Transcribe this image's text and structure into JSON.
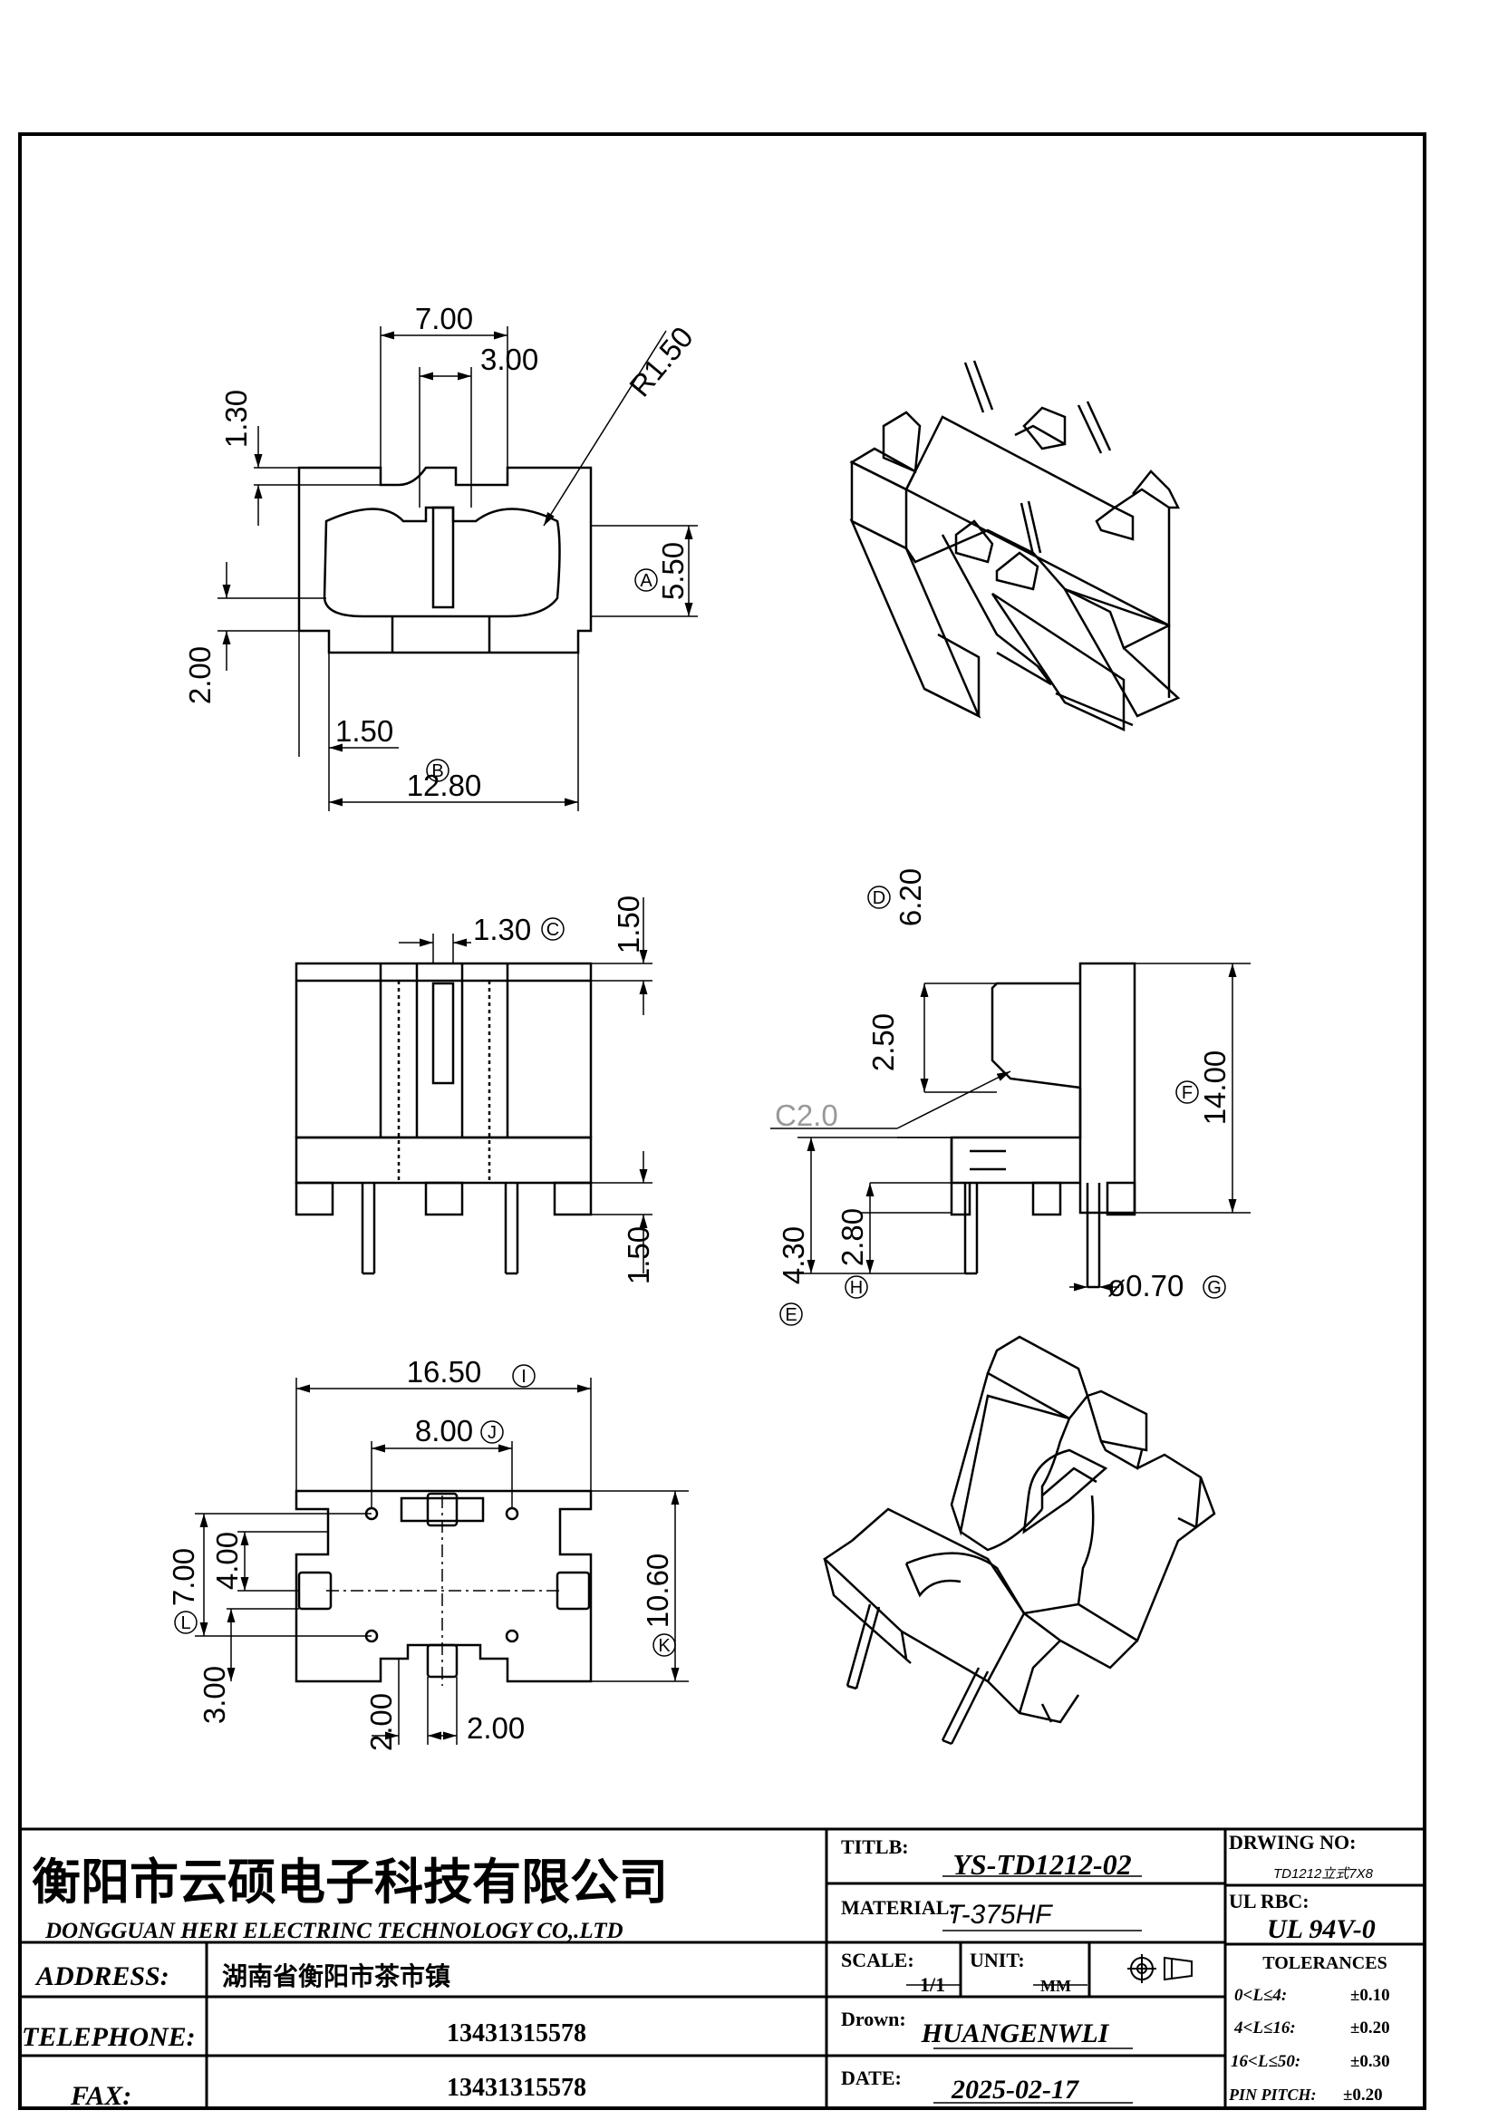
{
  "views": {
    "top": {
      "dims": {
        "w_outer": "7.00",
        "w_inner": "3.00",
        "radius": "R1.50",
        "h_notch": "1.30",
        "h_a": "5.50",
        "h_2": "2.00",
        "w_step": "1.50",
        "w_total": "12.80"
      },
      "labels": {
        "a": "A",
        "b": "B"
      }
    },
    "front": {
      "dims": {
        "slot": "1.30",
        "top": "1.50",
        "bottom": "1.50"
      },
      "labels": {
        "c": "C"
      }
    },
    "side": {
      "dims": {
        "h_d": "6.20",
        "h_250": "2.50",
        "chamfer": "C2.0",
        "h_f": "14.00",
        "h_e": "4.30",
        "h_h": "2.80",
        "pin": "ø0.70"
      },
      "labels": {
        "d": "D",
        "e": "E",
        "f": "F",
        "g": "G",
        "h": "H"
      }
    },
    "bottom": {
      "dims": {
        "w_i": "16.50",
        "w_j": "8.00",
        "h_l": "7.00",
        "h_4": "4.00",
        "h_k": "10.60",
        "h_3": "3.00",
        "w_2a": "2.00",
        "w_2b": "2.00"
      },
      "labels": {
        "i": "I",
        "j": "J",
        "k": "K",
        "l": "L"
      }
    }
  },
  "title_block": {
    "company_cn": "衡阳市云硕电子科技有限公司",
    "company_en": "DONGGUAN HERI ELECTRINC TECHNOLOGY CO,.LTD",
    "address_label": "ADDRESS:",
    "address_value": "湖南省衡阳市茶市镇",
    "telephone_label": "TELEPHONE:",
    "telephone_value": "13431315578",
    "fax_label": "FAX:",
    "fax_value": "13431315578",
    "title_label": "TITLB:",
    "title_value": "YS-TD1212-02",
    "material_label": "MATERIAL:",
    "material_value": "T-375HF",
    "scale_label": "SCALE:",
    "scale_value": "1/1",
    "unit_label": "UNIT:",
    "unit_value": "MM",
    "drawn_label": "Drown:",
    "drawn_value": "HUANGENWLI",
    "date_label": "DATE:",
    "date_value": "2025-02-17",
    "drawing_no_label": "DRWING NO:",
    "drawing_no_value": "TD1212立式7X8",
    "ul_label": "UL RBC:",
    "ul_value": "UL 94V-0",
    "tolerances_label": "TOLERANCES",
    "tolerances": [
      {
        "range": "0<L≤4:",
        "value": "±0.10"
      },
      {
        "range": "4<L≤16:",
        "value": "±0.20"
      },
      {
        "range": "16<L≤50:",
        "value": "±0.30"
      },
      {
        "range": "PIN PITCH:",
        "value": "±0.20"
      }
    ]
  }
}
